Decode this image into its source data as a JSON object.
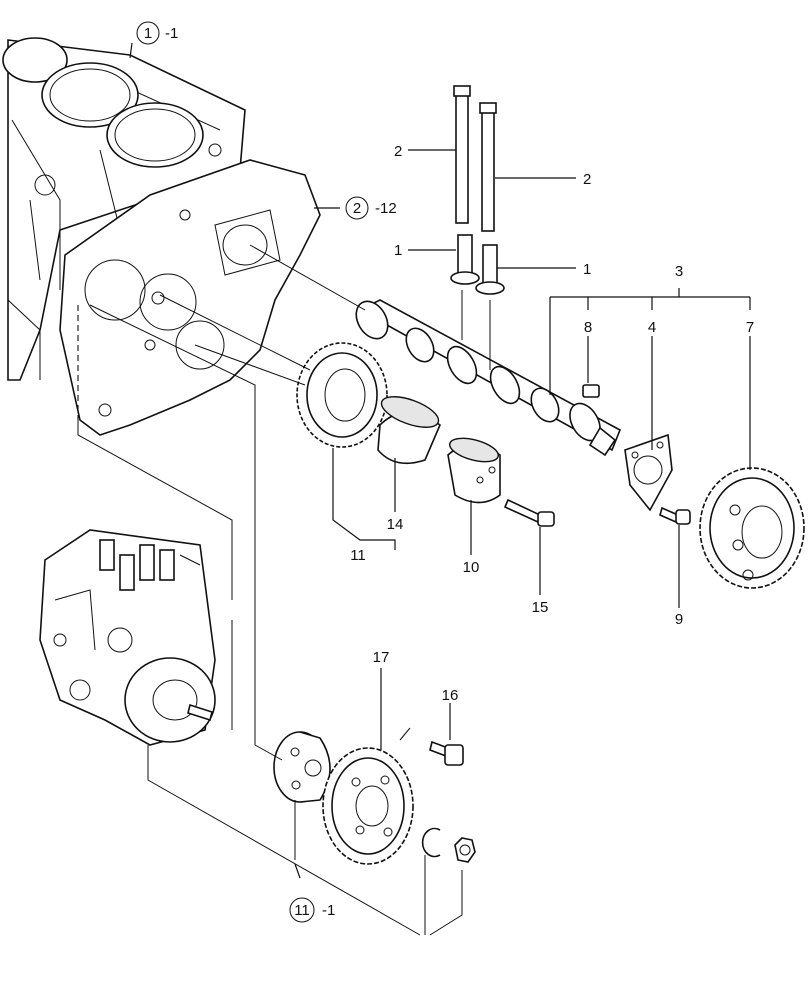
{
  "callouts": {
    "c1_num": "1",
    "c1_suffix": "-1",
    "c2_num": "2",
    "c2_suffix": "-12",
    "c11_num": "11",
    "c11_suffix": "-1"
  },
  "labels": {
    "l2a": "2",
    "l2b": "2",
    "l1a": "1",
    "l1b": "1",
    "l3": "3",
    "l8": "8",
    "l4": "4",
    "l7": "7",
    "l14": "14",
    "l11": "11",
    "l10": "10",
    "l15": "15",
    "l9": "9",
    "l17": "17",
    "l16": "16"
  }
}
